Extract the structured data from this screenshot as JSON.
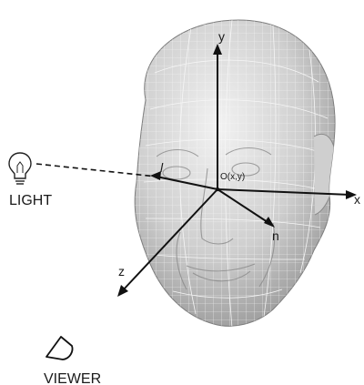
{
  "labels": {
    "light": "LIGHT",
    "viewer": "VIEWER",
    "origin": "O(x,y)",
    "axis_x": "x",
    "axis_y": "y",
    "axis_z": "z",
    "normal": "n",
    "light_vector": "l"
  },
  "icons": {
    "light": "lightbulb-icon",
    "viewer": "viewer-cone-icon"
  },
  "colors": {
    "mesh_fill": "#d9d9d9",
    "mesh_line": "#f4f4f4",
    "arrow": "#111111",
    "text": "#1a1a1a"
  }
}
